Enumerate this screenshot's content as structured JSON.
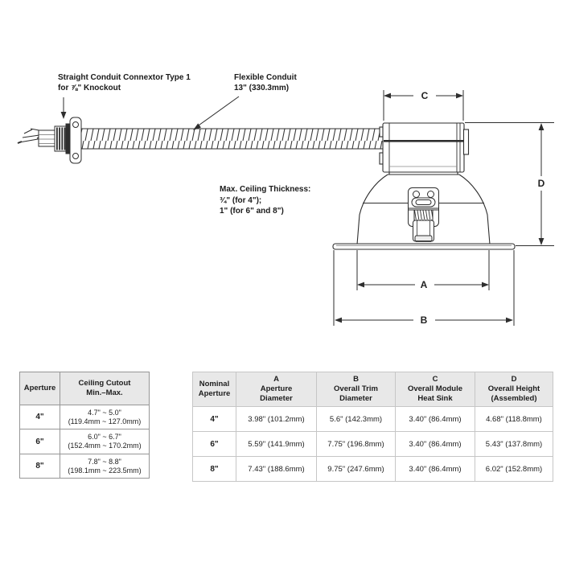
{
  "diagram": {
    "labels": {
      "connector": [
        "Straight Conduit Connextor Type 1",
        "for ⅞\" Knockout"
      ],
      "conduit": [
        "Flexible Conduit",
        "13\" (330.3mm)"
      ],
      "ceiling": [
        "Max. Ceiling Thickness:",
        "¾\" (for 4\");",
        "1\" (for 6\" and 8\")"
      ]
    },
    "dims": {
      "a": "A",
      "b": "B",
      "c": "C",
      "d": "D"
    }
  },
  "cutout_table": {
    "col1_header": "Aperture",
    "col2_header_line1": "Ceiling Cutout",
    "col2_header_line2": "Min.–Max.",
    "rows": [
      {
        "aperture": "4\"",
        "range_in": "4.7\" ~ 5.0\"",
        "range_mm": "(119.4mm ~ 127.0mm)"
      },
      {
        "aperture": "6\"",
        "range_in": "6.0\" ~ 6.7\"",
        "range_mm": "(152.4mm ~ 170.2mm)"
      },
      {
        "aperture": "8\"",
        "range_in": "7.8\" ~ 8.8\"",
        "range_mm": "(198.1mm ~ 223.5mm)"
      }
    ]
  },
  "dim_table": {
    "headers": [
      [
        "Nominal",
        "Aperture",
        ""
      ],
      [
        "A",
        "Aperture",
        "Diameter"
      ],
      [
        "B",
        "Overall Trim",
        "Diameter"
      ],
      [
        "C",
        "Overall Module",
        "Heat Sink"
      ],
      [
        "D",
        "Overall Height",
        "(Assembled)"
      ]
    ],
    "rows": [
      {
        "aperture": "4\"",
        "a": "3.98\" (101.2mm)",
        "b": "5.6\"  (142.3mm)",
        "c": "3.40\" (86.4mm)",
        "d": "4.68\" (118.8mm)"
      },
      {
        "aperture": "6\"",
        "a": "5.59\" (141.9mm)",
        "b": "7.75\" (196.8mm)",
        "c": "3.40\" (86.4mm)",
        "d": "5.43\" (137.8mm)"
      },
      {
        "aperture": "8\"",
        "a": "7.43\" (188.6mm)",
        "b": "9.75\" (247.6mm)",
        "c": "3.40\" (86.4mm)",
        "d": "6.02\" (152.8mm)"
      }
    ]
  }
}
